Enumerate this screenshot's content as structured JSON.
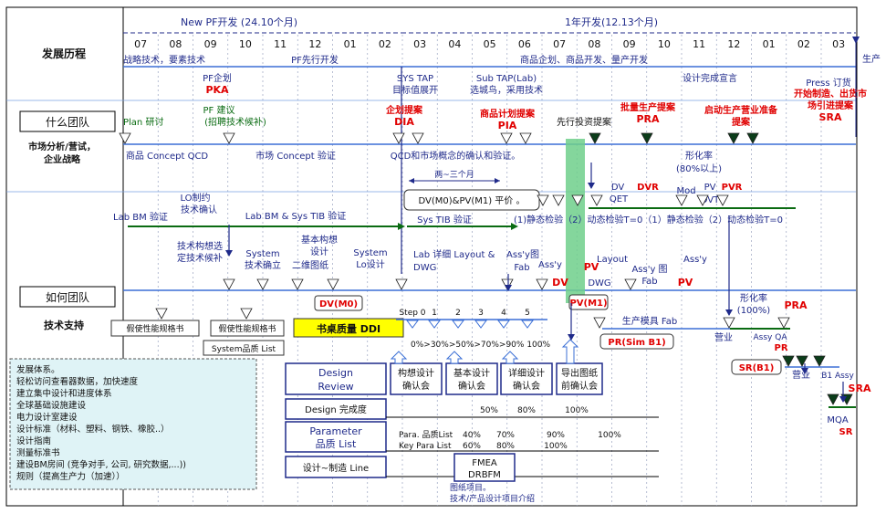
{
  "phase_titles": {
    "left": "New PF开发 (24.10个月)",
    "right": "1年开发(12.13个月)"
  },
  "months": [
    "07",
    "08",
    "09",
    "10",
    "11",
    "12",
    "01",
    "02",
    "03",
    "04",
    "05",
    "06",
    "07",
    "08",
    "09",
    "10",
    "11",
    "12",
    "01",
    "02",
    "03"
  ],
  "sections": {
    "history": "发展历程",
    "what_team": "什么团队",
    "market": "市场分析/营试，",
    "market2": "企业战略",
    "how_team": "如何团队",
    "tech": "技术支持"
  },
  "history": {
    "strategy": "战略技术，要素技术",
    "pf_advance": "PF先行开发",
    "products": "商品企划、商品开发、量产开发",
    "production": "生产",
    "pf_plan": "PF企划",
    "pka": "PKA",
    "sys_tap": "SYS TAP",
    "target": "目标值展开",
    "sub_tap": "Sub TAP(Lab)",
    "sub_tap2": "选城鸟，采用技术",
    "design_done": "设计完成宣言",
    "press": "Press 订货",
    "press2": "开始制造、出货市",
    "press3": "场引进提案",
    "sra": "SRA"
  },
  "what": {
    "plan": "Plan 研讨",
    "pf_build": "PF 建议",
    "pf_build2": "(招聘技术候补)",
    "plan_prop": "企划提案",
    "dia": "DIA",
    "product_plan": "商品计划提案",
    "pia": "PIA",
    "invest": "先行投资提案",
    "mass": "批量生产提案",
    "pra": "PRA",
    "sales": "启动生产营业准备",
    "sales2": "提案",
    "concept_qcd": "商品 Concept QCD",
    "concept_verify": "市场 Concept 验证",
    "qcd_confirm": "QCD和市场概念的确认和验证。",
    "two_three": "两~三个月",
    "form_rate": "形化率",
    "form_rate2": "(80%以上)"
  },
  "how": {
    "lab_bm": "Lab BM 验证",
    "lo": "LO制约",
    "lo2": "技术确认",
    "lab_sys": "Lab BM & Sys TIB 验证",
    "dv_pv": "DV(M0)&PV(M1) 平价 。",
    "sys_tib": "Sys TIB 验证",
    "static1": "(1)静态检验（2）动态检验T=0（1）静态检验（2）动态检验T=0",
    "dv": "DV",
    "qet": "QET",
    "dvr": "DVR",
    "mod": "Mod",
    "pv": "PV",
    "pvr": "PVR",
    "dvt": "DVT",
    "tech_select": "技术构想选",
    "tech_select2": "定技术候补",
    "sys_confirm": "System",
    "sys_confirm2": "技术确立",
    "basic": "基本构想",
    "basic2": "设计",
    "basic3": "二维图纸",
    "sys_lo": "System",
    "sys_lo2": "Lo设计",
    "lab_detail": "Lab 详细 Layout &",
    "lab_detail2": "DWG",
    "assy_fab": "Ass'y图",
    "assy_fab2": "Fab",
    "assy_y": "Ass'y",
    "dv_red": "DV",
    "pv_red": "PV",
    "dwg": "DWG",
    "layout": "Layout",
    "assy_fab3": "Ass'y 图",
    "fab": "Fab",
    "pv_red2": "PV",
    "assy_y2": "Ass'y"
  },
  "tech": {
    "dv_m0": "DV(M0)",
    "pv_m1": "PV(M1)",
    "spec1": "假使性能规格书",
    "spec2": "假使性能规格书",
    "sys_list": "System品质 List",
    "ddi": "书桌质量 DDI",
    "steps": [
      "Step 0",
      "1",
      "2",
      "3",
      "4",
      "5"
    ],
    "percents": "0%>30%>50%>70%>90% 100%",
    "prod_mold": "生产模具 Fab",
    "pr_sim": "PR(Sim B1)",
    "sales_biz": "营业",
    "assy_qa": "Assy QA",
    "pr": "PR",
    "pra2": "PRA",
    "form_rate100": "形化率",
    "form_rate100b": "(100%)",
    "sr_b1": "SR(B1)",
    "sales_biz2": "营业",
    "b1_assy": "B1 Assy",
    "sra2": "SRA",
    "mqa": "MQA",
    "sr": "SR"
  },
  "reviews": {
    "design_review": "Design",
    "design_review2": "Review",
    "concept_review": "构想设计",
    "concept_review2": "确认会",
    "basic_review": "基本设计",
    "basic_review2": "确认会",
    "detail_review": "详细设计",
    "detail_review2": "确认会",
    "export_review": "导出图纸",
    "export_review2": "前确认会",
    "design_complete": "Design 完成度",
    "dc_values": [
      "50%",
      "80%",
      "100%"
    ],
    "param": "Parameter",
    "param2": "品质 List",
    "para_label": "Para. 品质List",
    "para_values": [
      "40%",
      "70%",
      "90%",
      "100%"
    ],
    "key_label": "Key Para List",
    "key_values": [
      "60%",
      "80%",
      "100%"
    ],
    "design_line": "设计~制造 Line",
    "fmea": "FMEA",
    "drbfm": "DRBFM",
    "fmea_note": "图纸项目。",
    "fmea_note2": "技术/产品设计项目介绍"
  },
  "legend": {
    "lines": [
      "发展体系。",
      "轻松访问查看器数据，加快速度",
      "建立集中设计和进度体系",
      "全球基础设施建设",
      "电力设计室建设",
      "设计标准（材料、塑料、钢铁、橡胶..）",
      "设计指南",
      "测量标准书",
      "建设BM房间 (竞争对手, 公司, 研究数据,...))",
      "规则（提高生产力（加速））"
    ]
  },
  "colors": {
    "blue": "#1f2a8a",
    "line_blue": "#3b6fd6",
    "red": "#e00000",
    "green": "#0a6b12",
    "highlight": "#6fcf8b",
    "legend_bg": "#dff3f6",
    "ddi_bg": "#ffff00"
  }
}
